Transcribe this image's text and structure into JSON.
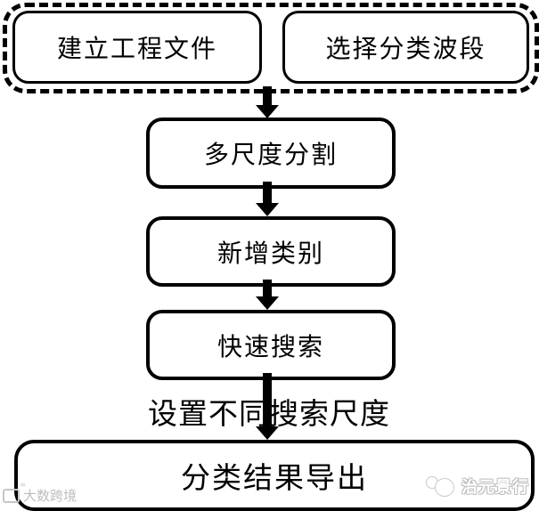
{
  "diagram": {
    "type": "flowchart",
    "group_boxes": [
      {
        "label": "建立工程文件"
      },
      {
        "label": "选择分类波段"
      }
    ],
    "step_boxes": [
      {
        "label": "多尺度分割"
      },
      {
        "label": "新增类别"
      },
      {
        "label": "快速搜索"
      },
      {
        "label": "分类结果导出"
      }
    ],
    "arrow_annotation": "设置不同搜索尺度",
    "flow": [
      "建立工程文件 + 选择分类波段 -> 多尺度分割",
      "多尺度分割 -> 新增类别",
      "新增类别 -> 快速搜索",
      "快速搜索 -> 分类结果导出 (设置不同搜索尺度)"
    ]
  },
  "watermarks": {
    "bottom_left": {
      "icon": "watermark-logo-icon",
      "text": "大数跨境"
    },
    "bottom_right": {
      "icon": "mascot-icon",
      "text": "治元景行"
    }
  },
  "colors": {
    "foreground": "#000000",
    "background": "#ffffff",
    "watermark_gray": "#bdbdbd",
    "watermark_white": "#ffffff"
  }
}
